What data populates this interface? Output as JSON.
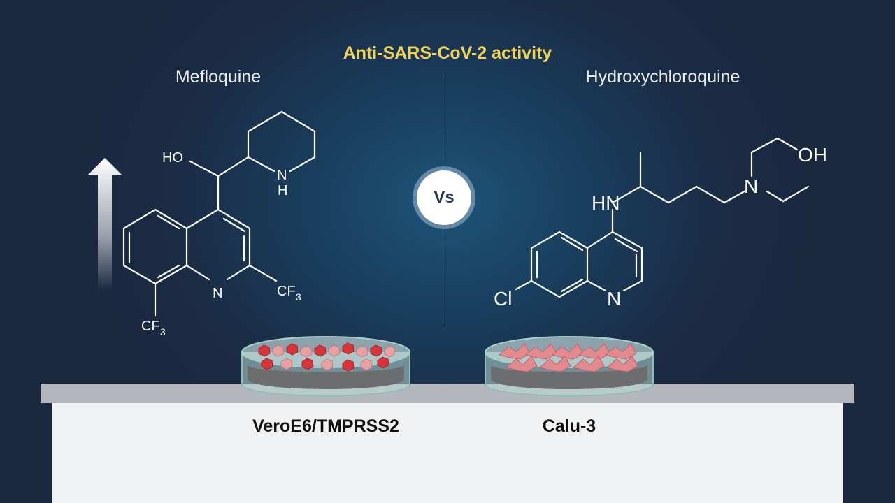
{
  "title": "Anti-SARS-CoV-2 activity",
  "left_drug": {
    "name": "Mefloquine",
    "labels": {
      "ho": "HO",
      "n_h": "N",
      "h": "H",
      "n_ring": "N",
      "cf3_a": "CF",
      "cf3_b": "CF",
      "sub3": "3"
    }
  },
  "right_drug": {
    "name": "Hydroxychloroquine",
    "labels": {
      "hn": "HN",
      "n_amine": "N",
      "oh": "OH",
      "cl": "Cl",
      "n_ring": "N"
    }
  },
  "vs_label": "Vs",
  "dishes": [
    {
      "label": "VeroE6/TMPRSS2"
    },
    {
      "label": "Calu-3"
    }
  ],
  "colors": {
    "title": "#f2d35a",
    "cell_red": "#d8343a",
    "cell_pink": "#e7a1a3",
    "cell_salmon": "#e38a8e"
  }
}
